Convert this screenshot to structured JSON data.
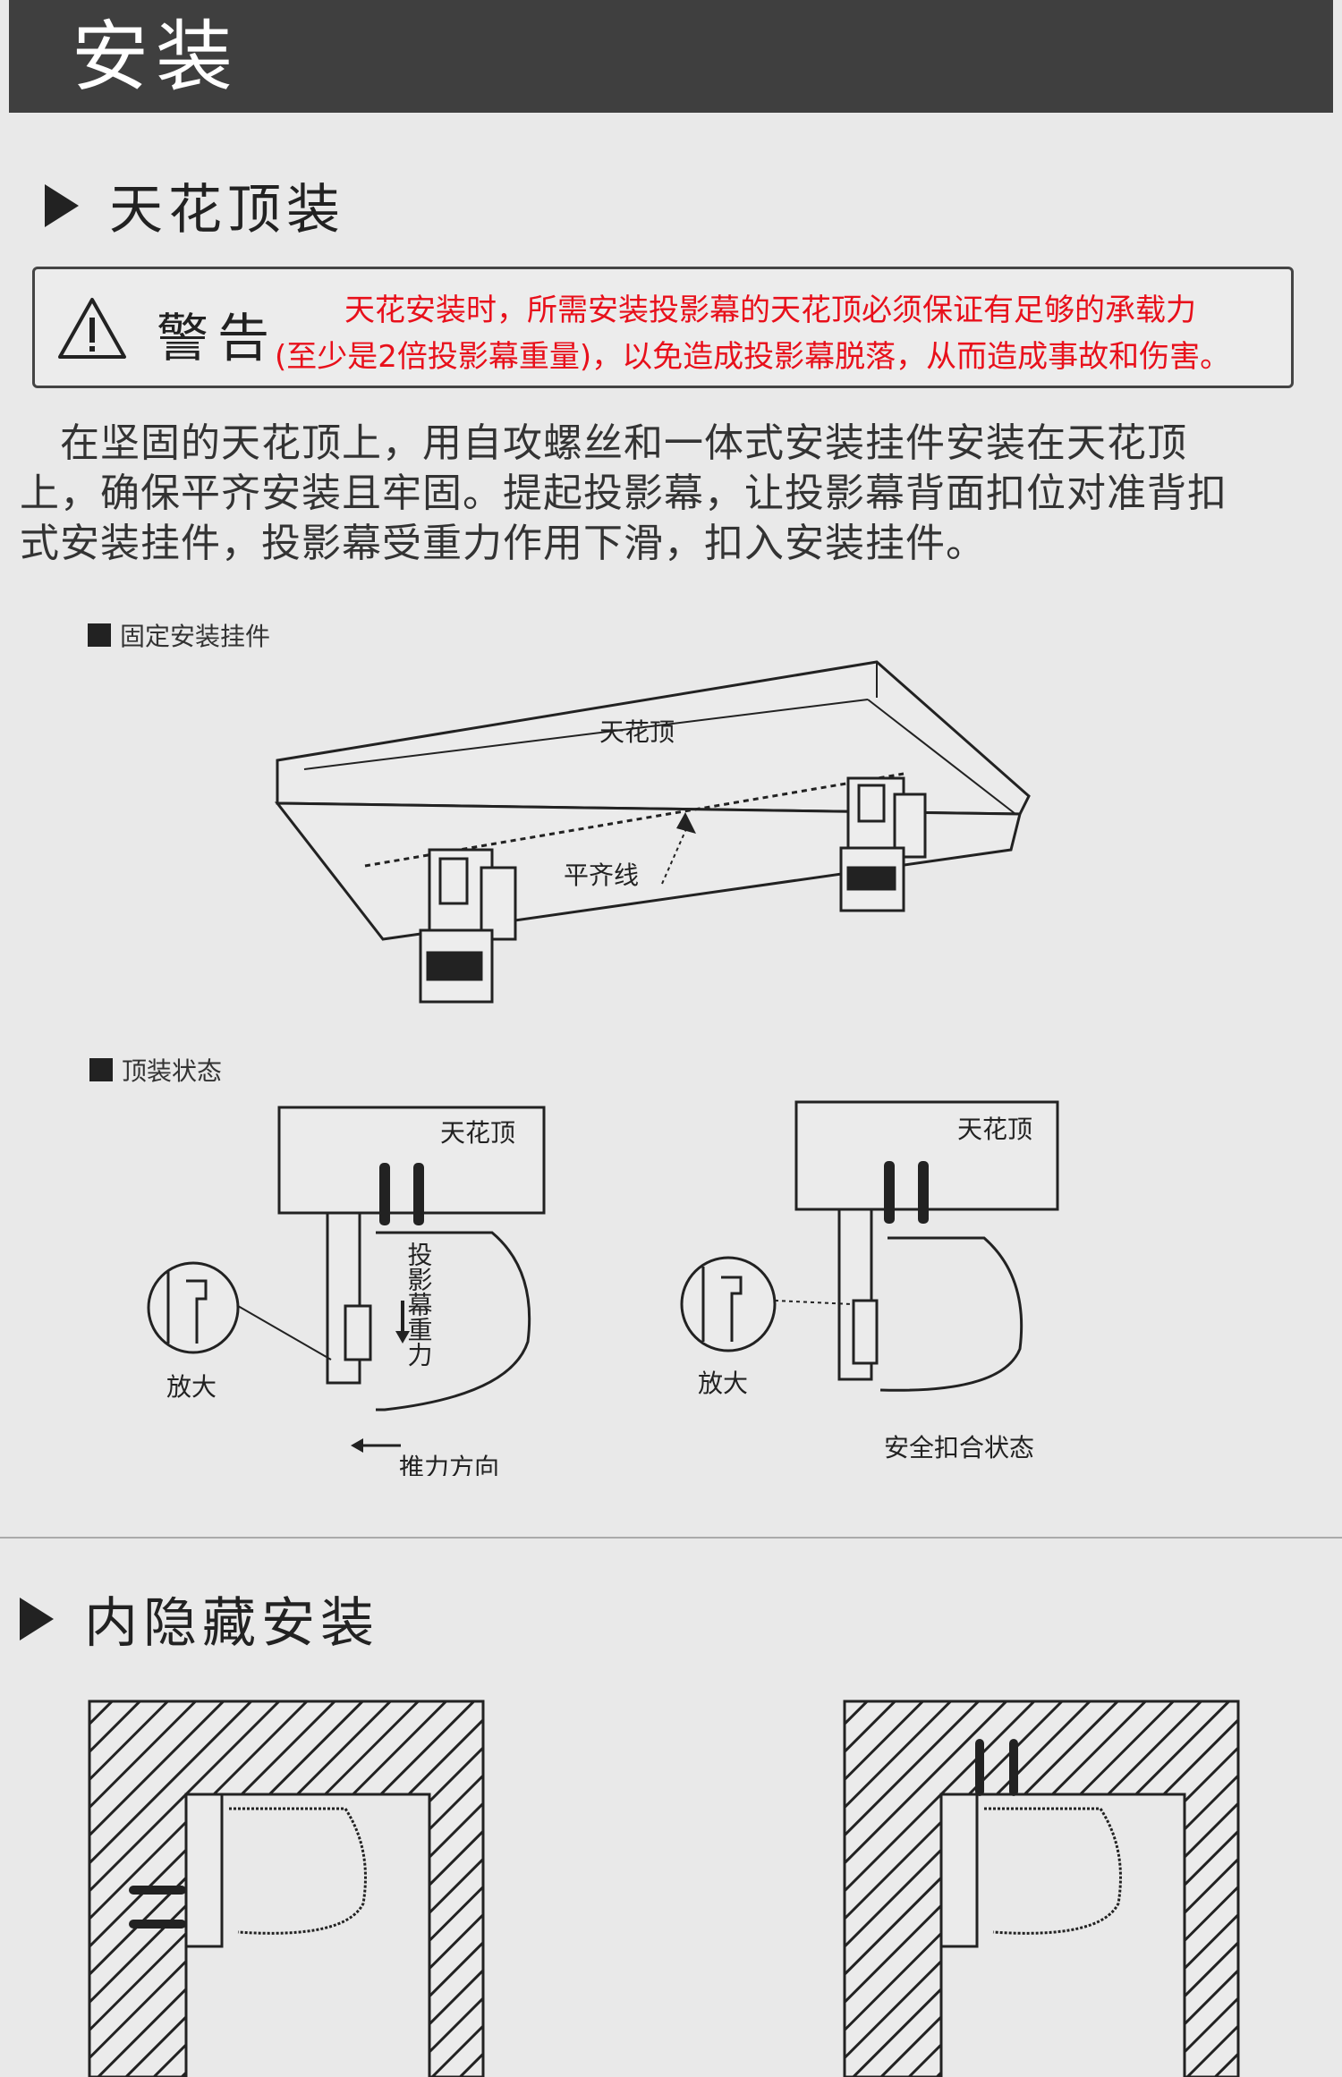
{
  "header": {
    "title": "安装"
  },
  "section1": {
    "title": "天花顶装"
  },
  "warning": {
    "label": "警告",
    "line1": "天花安装时，所需安装投影幕的天花顶必须保证有足够的承载力",
    "line2": "(至少是2倍投影幕重量)，以免造成投影幕脱落，从而造成事故和伤害。"
  },
  "body": {
    "line1": "　在坚固的天花顶上，用自攻螺丝和一体式安装挂件安装在天花顶",
    "line2": "上，确保平齐安装且牢固。提起投影幕，让投影幕背面扣位对准背扣",
    "line3": "式安装挂件，投影幕受重力作用下滑，扣入安装挂件。"
  },
  "figure1": {
    "heading": "固定安装挂件",
    "ceiling_label": "天花顶",
    "level_label": "平齐线"
  },
  "figure2": {
    "heading": "顶装状态",
    "left": {
      "ceiling_label": "天花顶",
      "zoom_label": "放大",
      "gravity_label": "投影幕重力",
      "push_label": "推力方向"
    },
    "right": {
      "ceiling_label": "天花顶",
      "zoom_label": "放大",
      "state_label": "安全扣合状态"
    }
  },
  "section2": {
    "title": "内隐藏安装"
  },
  "colors": {
    "header_bg": "#3f3f3f",
    "warning_red": "#e8101b",
    "page_bg": "#e9e9e9"
  },
  "icons": [
    "warning-triangle-icon",
    "triangle-bullet-icon",
    "square-bullet-icon"
  ]
}
